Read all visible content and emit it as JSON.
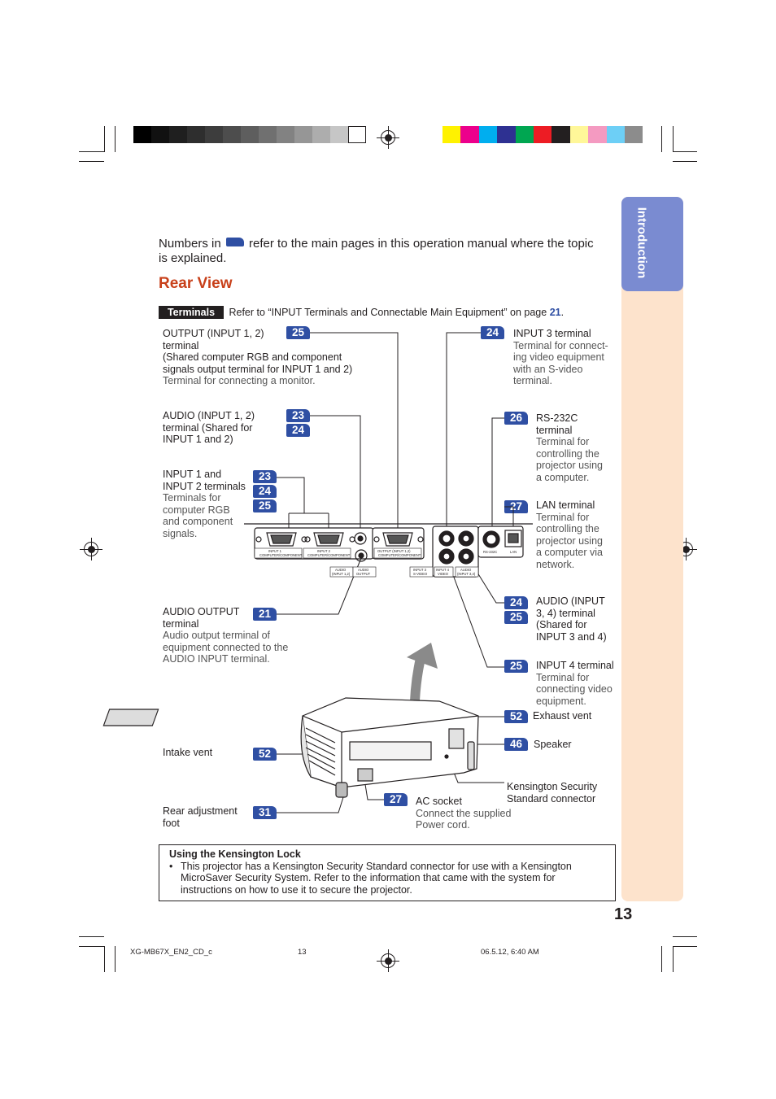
{
  "side_tab": {
    "label": "Introduction",
    "color": "#7a8bd1",
    "panel_color": "#fde3cc"
  },
  "intro": {
    "before": "Numbers in",
    "after": "refer to the main pages in this operation manual where the topic",
    "line2": "is explained."
  },
  "section_title": "Rear View",
  "terminals_header": {
    "tag": "Terminals",
    "text": "Refer to “INPUT Terminals and Connectable Main Equipment” on page",
    "page": "21",
    "end": "."
  },
  "left_callouts": [
    {
      "lines": [
        "OUTPUT (INPUT 1, 2)",
        "terminal",
        "(Shared computer RGB and component",
        "signals output terminal for INPUT 1 and 2)"
      ],
      "desc": [
        "Terminal for connecting a monitor."
      ],
      "pages": [
        "25"
      ]
    },
    {
      "lines": [
        "AUDIO (INPUT 1, 2)",
        "terminal (Shared for",
        "INPUT 1 and 2)"
      ],
      "desc": [],
      "pages": [
        "23",
        "24"
      ]
    },
    {
      "lines": [
        "INPUT 1 and",
        "INPUT 2 terminals"
      ],
      "desc": [
        "Terminals for",
        "computer RGB",
        "and component",
        "signals."
      ],
      "pages": [
        "23",
        "24",
        "25"
      ]
    },
    {
      "lines": [
        "AUDIO OUTPUT",
        "terminal"
      ],
      "desc": [
        "Audio output terminal of",
        "equipment connected to the",
        "AUDIO INPUT terminal."
      ],
      "pages": [
        "21"
      ]
    },
    {
      "lines": [
        "Intake vent"
      ],
      "desc": [],
      "pages": [
        "52"
      ]
    },
    {
      "lines": [
        "Rear adjustment",
        "foot"
      ],
      "desc": [],
      "pages": [
        "31"
      ]
    }
  ],
  "right_callouts": [
    {
      "lines": [
        "INPUT 3 terminal"
      ],
      "desc": [
        "Terminal for connect-",
        "ing video equipment",
        "with an S-video",
        "terminal."
      ],
      "pages": [
        "24"
      ]
    },
    {
      "lines": [
        "RS-232C",
        "terminal"
      ],
      "desc": [
        "Terminal for",
        "controlling the",
        "projector using",
        "a computer."
      ],
      "pages": [
        "26"
      ]
    },
    {
      "lines": [
        "LAN terminal"
      ],
      "desc": [
        "Terminal for",
        "controlling the",
        "projector using",
        "a computer via",
        "network."
      ],
      "pages": [
        "27"
      ]
    },
    {
      "lines": [
        "AUDIO (INPUT",
        "3, 4) terminal",
        "(Shared for",
        "INPUT 3 and 4)"
      ],
      "desc": [],
      "pages": [
        "24",
        "25"
      ]
    },
    {
      "lines": [
        "INPUT 4 terminal"
      ],
      "desc": [
        "Terminal for",
        "connecting video",
        "equipment."
      ],
      "pages": [
        "25"
      ]
    },
    {
      "lines": [
        "Exhaust vent"
      ],
      "desc": [],
      "pages": [
        "52"
      ]
    },
    {
      "lines": [
        "Speaker"
      ],
      "desc": [],
      "pages": [
        "46"
      ]
    },
    {
      "lines": [
        "Kensington Security",
        "Standard connector"
      ],
      "desc": [],
      "pages": []
    },
    {
      "lines": [
        "AC socket"
      ],
      "desc": [
        "Connect the supplied",
        "Power cord."
      ],
      "pages": [
        "27"
      ]
    }
  ],
  "panel_labels": {
    "input1": "INPUT 1",
    "input1_sub": "COMPUTER/COMPONENT",
    "input2": "INPUT 2",
    "input2_sub": "COMPUTER/COMPONENT",
    "output": "OUTPUT (INPUT 1,2)",
    "output_sub": "COMPUTER/COMPONENT",
    "audio_in12": "AUDIO",
    "audio_in12_sub": "(INPUT 1,2)",
    "audio_out": "AUDIO",
    "audio_out_sub": "OUTPUT",
    "input3": "INPUT 3",
    "input3_sub": "S-VIDEO",
    "input4": "INPUT 4",
    "input4_sub": "VIDEO",
    "audio34": "AUDIO",
    "audio34_sub": "(INPUT 3,4)",
    "rs232c": "RS-232C",
    "lan": "LAN"
  },
  "kensington_box": {
    "title": "Using the Kensington Lock",
    "bullet": "•",
    "lines": [
      "This projector has a Kensington Security Standard connector for use with a Kensington",
      "MicroSaver Security System. Refer to the information that came with the system for",
      "instructions on how to use it to secure the projector."
    ]
  },
  "page_number": "13",
  "footer": {
    "file": "XG-MB67X_EN2_CD_c",
    "page": "13",
    "date": "06.5.12, 6:40 AM"
  },
  "gray_swatches": [
    "#000000",
    "#111111",
    "#1f1f1f",
    "#2e2e2e",
    "#3d3d3d",
    "#4d4d4d",
    "#5e5e5e",
    "#707070",
    "#828282",
    "#969696",
    "#adadad",
    "#c6c6c6",
    "#ffffff"
  ],
  "color_swatches": [
    "#fff200",
    "#ec008c",
    "#00aeef",
    "#2e3192",
    "#00a651",
    "#ed1c24",
    "#231f20",
    "#fff799",
    "#f49ac1",
    "#6dcff6",
    "#8c8c8c"
  ]
}
